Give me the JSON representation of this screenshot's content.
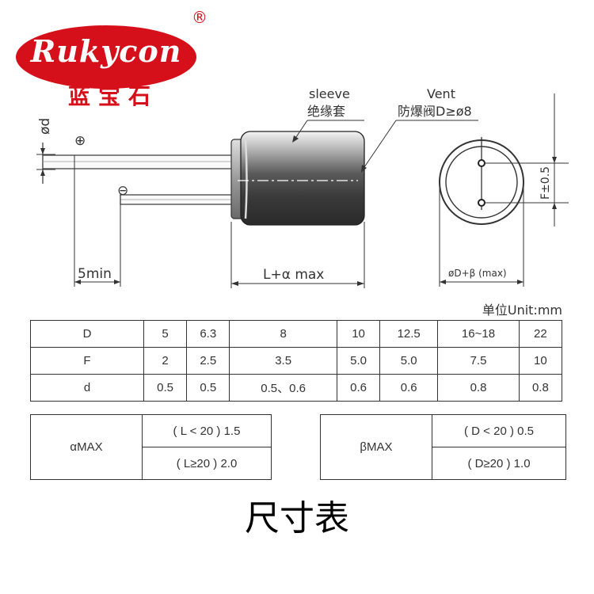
{
  "brand": {
    "name": "Rukycon",
    "registered": "®",
    "chinese": "蓝宝石",
    "color": "#d6101a"
  },
  "drawing": {
    "sleeve_en": "sleeve",
    "sleeve_cn": "绝缘套",
    "vent_en": "Vent",
    "vent_cn": "防爆阀D≥ø8",
    "lead_dia": "ød",
    "plus_symbol": "⊕",
    "minus_symbol": "⊖",
    "lead_min": "5min",
    "body_length": "L+α max",
    "end_dia": "øD+β (max)",
    "pitch": "F±0.5"
  },
  "unit": "单位Unit:mm",
  "dims_table": {
    "rows": [
      {
        "label": "D",
        "values": [
          "5",
          "6.3",
          "8",
          "10",
          "12.5",
          "16~18",
          "22"
        ]
      },
      {
        "label": "F",
        "values": [
          "2",
          "2.5",
          "3.5",
          "5.0",
          "5.0",
          "7.5",
          "10"
        ]
      },
      {
        "label": "d",
        "values": [
          "0.5",
          "0.5",
          "0.5、0.6",
          "0.6",
          "0.6",
          "0.8",
          "0.8"
        ]
      }
    ]
  },
  "alpha": {
    "label": "αMAX",
    "row1": "( L < 20 ) 1.5",
    "row2": "( L≥20 ) 2.0"
  },
  "beta": {
    "label": "βMAX",
    "row1": "( D < 20 ) 0.5",
    "row2": "( D≥20 ) 1.0"
  },
  "caption": "尺寸表"
}
